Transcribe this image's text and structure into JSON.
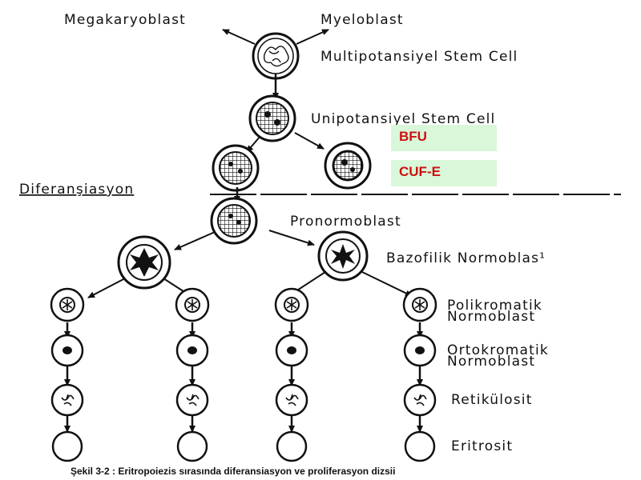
{
  "labels": {
    "megakaryoblast": "Megakaryoblast",
    "myeloblast": "Myeloblast",
    "multipotent": "Multipotansiyel Stem Cell",
    "unipotent": "Unipotansiyel Stem Cell",
    "diferansiasyon": "Diferanşiasyon",
    "pronormoblast": "Pronormoblast",
    "bazofilik": "Bazofilik Normoblas¹",
    "polikromatik_1": "Polikromatik",
    "polikromatik_2": "Normoblast",
    "ortokromatik_1": "Ortokromatik",
    "ortokromatik_2": "Normoblast",
    "retikulosit": "Retikülosit",
    "eritrosit": "Eritrosit"
  },
  "tags": {
    "bfu": "BFU",
    "cuf": "CUF-E"
  },
  "caption": "Şekil 3-2 : Eritropoiezis sırasında diferansiasyon ve proliferasyon dizsii",
  "colors": {
    "tag_bg": "#d9f7d9",
    "tag_text": "#cc1111"
  }
}
